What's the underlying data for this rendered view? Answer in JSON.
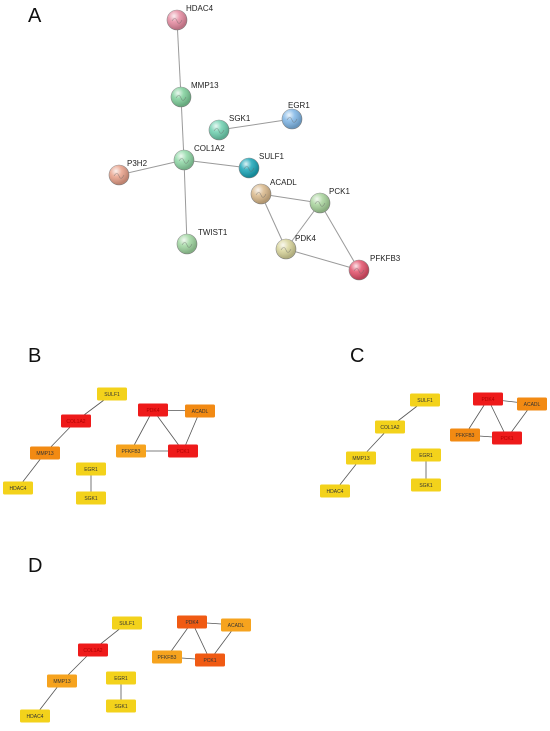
{
  "panels": [
    {
      "letter": "A"
    },
    {
      "letter": "B"
    },
    {
      "letter": "C"
    },
    {
      "letter": "D"
    }
  ],
  "network_a": {
    "nodes": [
      {
        "id": "HDAC4",
        "label": "HDAC4",
        "color": "#e58aa0"
      },
      {
        "id": "MMP13",
        "label": "MMP13",
        "color": "#7ecf9a"
      },
      {
        "id": "SGK1",
        "label": "SGK1",
        "color": "#6fd0b0"
      },
      {
        "id": "EGR1",
        "label": "EGR1",
        "color": "#7fb6e6"
      },
      {
        "id": "COL1A2",
        "label": "COL1A2",
        "color": "#8fd8a6"
      },
      {
        "id": "P3H2",
        "label": "P3H2",
        "color": "#e8a089"
      },
      {
        "id": "SULF1",
        "label": "SULF1",
        "color": "#1aa6b8"
      },
      {
        "id": "ACADL",
        "label": "ACADL",
        "color": "#d9b88a"
      },
      {
        "id": "PCK1",
        "label": "PCK1",
        "color": "#a7d39b"
      },
      {
        "id": "TWIST1",
        "label": "TWIST1",
        "color": "#9fd6a0"
      },
      {
        "id": "PDK4",
        "label": "PDK4",
        "color": "#d8d49a"
      },
      {
        "id": "PFKFB3",
        "label": "PFKFB3",
        "color": "#e2506a"
      }
    ],
    "edges": [
      [
        "HDAC4",
        "MMP13"
      ],
      [
        "MMP13",
        "COL1A2"
      ],
      [
        "SGK1",
        "EGR1"
      ],
      [
        "COL1A2",
        "P3H2"
      ],
      [
        "COL1A2",
        "SULF1"
      ],
      [
        "COL1A2",
        "TWIST1"
      ],
      [
        "ACADL",
        "PCK1"
      ],
      [
        "ACADL",
        "PDK4"
      ],
      [
        "PCK1",
        "PDK4"
      ],
      [
        "PCK1",
        "PFKFB3"
      ],
      [
        "PDK4",
        "PFKFB3"
      ]
    ]
  },
  "network_b": {
    "nodes": [
      {
        "id": "SULF1",
        "label": "SULF1",
        "color": "#f3d21b"
      },
      {
        "id": "COL1A2",
        "label": "COL1A2",
        "color": "#ee1a1a"
      },
      {
        "id": "MMP13",
        "label": "MMP13",
        "color": "#f28a13"
      },
      {
        "id": "HDAC4",
        "label": "HDAC4",
        "color": "#f3d21b"
      },
      {
        "id": "PDK4",
        "label": "PDK4",
        "color": "#ee1a1a"
      },
      {
        "id": "ACADL",
        "label": "ACADL",
        "color": "#f28a13"
      },
      {
        "id": "PFKFB3",
        "label": "PFKFB3",
        "color": "#f6a31e"
      },
      {
        "id": "PCK1",
        "label": "PCK1",
        "color": "#ee1a1a"
      },
      {
        "id": "EGR1",
        "label": "EGR1",
        "color": "#f3d21b"
      },
      {
        "id": "SGK1",
        "label": "SGK1",
        "color": "#f3d21b"
      }
    ],
    "edges": [
      [
        "SULF1",
        "COL1A2"
      ],
      [
        "COL1A2",
        "MMP13"
      ],
      [
        "MMP13",
        "HDAC4"
      ],
      [
        "EGR1",
        "SGK1"
      ],
      [
        "PDK4",
        "ACADL"
      ],
      [
        "PDK4",
        "PFKFB3"
      ],
      [
        "PDK4",
        "PCK1"
      ],
      [
        "ACADL",
        "PCK1"
      ],
      [
        "PFKFB3",
        "PCK1"
      ]
    ]
  },
  "network_c": {
    "nodes": [
      {
        "id": "SULF1",
        "label": "SULF1",
        "color": "#f3d21b"
      },
      {
        "id": "COL1A2",
        "label": "COL1A2",
        "color": "#f3d21b"
      },
      {
        "id": "MMP13",
        "label": "MMP13",
        "color": "#f3d21b"
      },
      {
        "id": "HDAC4",
        "label": "HDAC4",
        "color": "#f3d21b"
      },
      {
        "id": "PDK4",
        "label": "PDK4",
        "color": "#ee1a1a"
      },
      {
        "id": "ACADL",
        "label": "ACADL",
        "color": "#f28a13"
      },
      {
        "id": "PFKFB3",
        "label": "PFKFB3",
        "color": "#f28a13"
      },
      {
        "id": "PCK1",
        "label": "PCK1",
        "color": "#ee1a1a"
      },
      {
        "id": "EGR1",
        "label": "EGR1",
        "color": "#f3d21b"
      },
      {
        "id": "SGK1",
        "label": "SGK1",
        "color": "#f3d21b"
      }
    ],
    "edges": [
      [
        "SULF1",
        "COL1A2"
      ],
      [
        "COL1A2",
        "MMP13"
      ],
      [
        "MMP13",
        "HDAC4"
      ],
      [
        "EGR1",
        "SGK1"
      ],
      [
        "PDK4",
        "ACADL"
      ],
      [
        "PDK4",
        "PFKFB3"
      ],
      [
        "PDK4",
        "PCK1"
      ],
      [
        "ACADL",
        "PCK1"
      ],
      [
        "PFKFB3",
        "PCK1"
      ]
    ]
  },
  "network_d": {
    "nodes": [
      {
        "id": "SULF1",
        "label": "SULF1",
        "color": "#f3d21b"
      },
      {
        "id": "COL1A2",
        "label": "COL1A2",
        "color": "#ee1a1a"
      },
      {
        "id": "MMP13",
        "label": "MMP13",
        "color": "#f6a31e"
      },
      {
        "id": "HDAC4",
        "label": "HDAC4",
        "color": "#f3d21b"
      },
      {
        "id": "PDK4",
        "label": "PDK4",
        "color": "#f05a13"
      },
      {
        "id": "ACADL",
        "label": "ACADL",
        "color": "#f6a31e"
      },
      {
        "id": "PFKFB3",
        "label": "PFKFB3",
        "color": "#f6a31e"
      },
      {
        "id": "PCK1",
        "label": "PCK1",
        "color": "#f05a13"
      },
      {
        "id": "EGR1",
        "label": "EGR1",
        "color": "#f3d21b"
      },
      {
        "id": "SGK1",
        "label": "SGK1",
        "color": "#f3d21b"
      }
    ],
    "edges": [
      [
        "SULF1",
        "COL1A2"
      ],
      [
        "COL1A2",
        "MMP13"
      ],
      [
        "MMP13",
        "HDAC4"
      ],
      [
        "EGR1",
        "SGK1"
      ],
      [
        "PDK4",
        "ACADL"
      ],
      [
        "PDK4",
        "PFKFB3"
      ],
      [
        "PDK4",
        "PCK1"
      ],
      [
        "ACADL",
        "PCK1"
      ],
      [
        "PFKFB3",
        "PCK1"
      ]
    ]
  }
}
